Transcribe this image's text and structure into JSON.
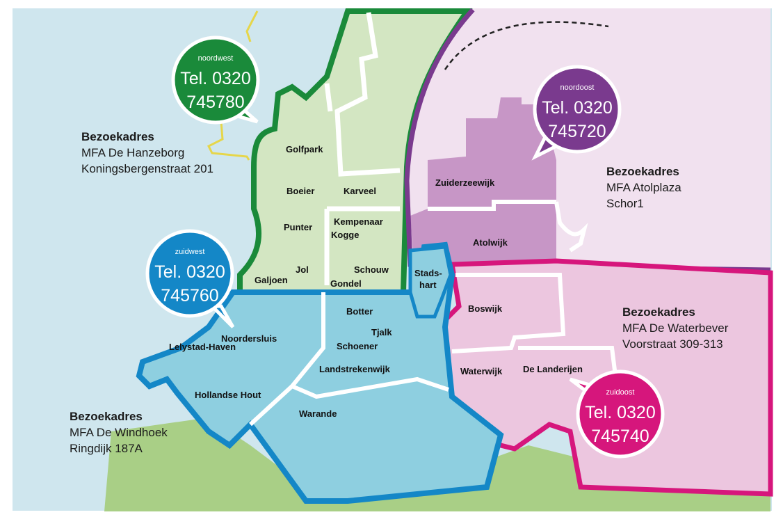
{
  "colors": {
    "water": "#cfe6ee",
    "land": "#a9cf86",
    "noordwest": "#1a8a3a",
    "noordwest_fill": "#d3e6c2",
    "noordoost": "#7a3a8e",
    "noordoost_fill": "#c796c6",
    "zuidwest": "#1487c7",
    "zuidwest_fill": "#8ecfe0",
    "zuidoost": "#d6167c",
    "zuidoost_fill": "#ecc6df"
  },
  "regions": {
    "noordwest": {
      "phone_label": "noordwest",
      "tel_prefix": "Tel. 0320",
      "tel_number": "745780",
      "address_title": "Bezoekadres",
      "address_line1": "MFA De Hanzeborg",
      "address_line2": "Koningsbergenstraat 201"
    },
    "noordoost": {
      "phone_label": "noordoost",
      "tel_prefix": "Tel. 0320",
      "tel_number": "745720",
      "address_title": "Bezoekadres",
      "address_line1": "MFA Atolplaza",
      "address_line2": "Schor1"
    },
    "zuidwest": {
      "phone_label": "zuidwest",
      "tel_prefix": "Tel. 0320",
      "tel_number": "745760",
      "address_title": "Bezoekadres",
      "address_line1": "MFA De Windhoek",
      "address_line2": "Ringdijk 187A"
    },
    "zuidoost": {
      "phone_label": "zuidoost",
      "tel_prefix": "Tel. 0320",
      "tel_number": "745740",
      "address_title": "Bezoekadres",
      "address_line1": "MFA De Waterbever",
      "address_line2": "Voorstraat 309-313"
    }
  },
  "districts": {
    "golfpark": "Golfpark",
    "boeier": "Boeier",
    "karveel": "Karveel",
    "punter": "Punter",
    "kempenaar": "Kempenaar",
    "kogge": "Kogge",
    "jol": "Jol",
    "galjoen": "Galjoen",
    "schouw": "Schouw",
    "gondel": "Gondel",
    "zuiderzeewijk": "Zuiderzeewijk",
    "atolwijk": "Atolwijk",
    "stadshart_1": "Stads-",
    "stadshart_2": "hart",
    "botter": "Botter",
    "tjalk": "Tjalk",
    "schoener": "Schoener",
    "noordersluis": "Noordersluis",
    "lelystad_haven": "Lelystad-Haven",
    "landstrekenwijk": "Landstrekenwijk",
    "hollandse_hout": "Hollandse Hout",
    "warande": "Warande",
    "boswijk": "Boswijk",
    "waterwijk": "Waterwijk",
    "de_landerijen": "De Landerijen"
  }
}
